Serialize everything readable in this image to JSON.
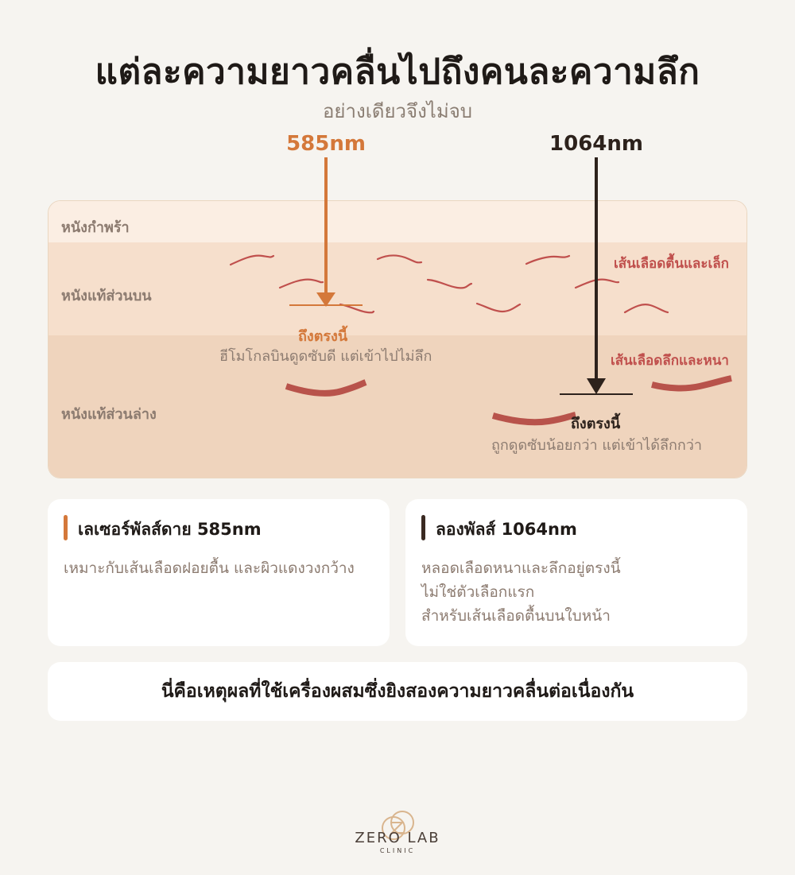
{
  "header": {
    "title": "แต่ละความยาวคลื่นไปถึงคนละความลึก",
    "subtitle": "อย่างเดียวจึงไม่จบ"
  },
  "wavelengths": [
    {
      "label": "585nm",
      "color": "#d4783a"
    },
    {
      "label": "1064nm",
      "color": "#2d221c"
    }
  ],
  "layers": [
    {
      "name": "หนังกำพร้า",
      "color": "#fbeee3"
    },
    {
      "name": "หนังแท้ส่วนบน",
      "color": "#f6dfcc"
    },
    {
      "name": "หนังแท้ส่วนล่าง",
      "color": "#efd4bd"
    }
  ],
  "vessels": {
    "shallow_label": "เส้นเลือดตื้นและเล็ก",
    "deep_label": "เส้นเลือดลึกและหนา",
    "color": "#c0504d"
  },
  "reach": [
    {
      "title": "ถึงตรงนี้",
      "desc": "ฮีโมโกลบินดูดซับดี แต่เข้าไปไม่ลึก"
    },
    {
      "title": "ถึงตรงนี้",
      "desc": "ถูกดูดซับน้อยกว่า แต่เข้าได้ลึกกว่า"
    }
  ],
  "cards": [
    {
      "title": "เลเซอร์พัลส์ดาย 585nm",
      "accent": "#d4783a",
      "lines": [
        "เหมาะกับเส้นเลือดฝอยตื้น และผิวแดงวงกว้าง"
      ]
    },
    {
      "title": "ลองพัลส์ 1064nm",
      "accent": "#3a2a22",
      "lines": [
        "หลอดเลือดหนาและลึกอยู่ตรงนี้",
        "ไม่ใช่ตัวเลือกแรก",
        "สำหรับเส้นเลือดตื้นบนใบหน้า"
      ]
    }
  ],
  "summary": "นี่คือเหตุผลที่ใช้เครื่องผสมซึ่งยิงสองความยาวคลื่นต่อเนื่องกัน",
  "brand": {
    "name": "ZERO LAB",
    "sub": "CLINIC"
  }
}
